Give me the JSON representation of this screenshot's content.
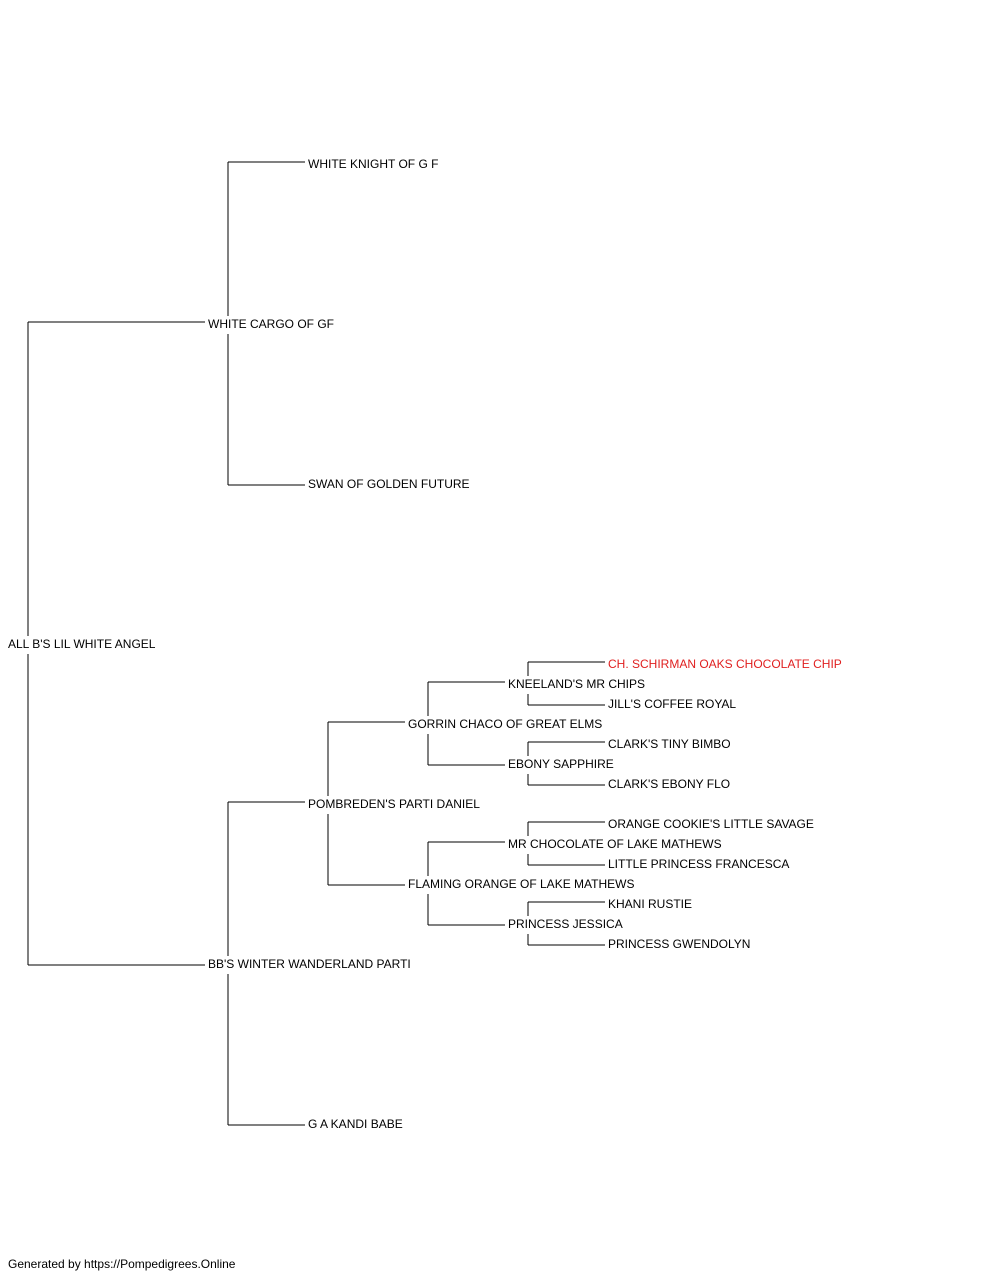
{
  "pedigree": {
    "subject": "ALL B'S LIL WHITE ANGEL",
    "sire": "WHITE CARGO OF GF",
    "sire_sire": "WHITE KNIGHT OF G F",
    "sire_dam": "SWAN OF GOLDEN FUTURE",
    "dam": "BB'S WINTER WANDERLAND PARTI",
    "dam_sire": "POMBREDEN'S PARTI DANIEL",
    "dam_dam": "G A KANDI BABE",
    "dsss": "GORRIN CHACO OF GREAT ELMS",
    "dsss_sire": "KNEELAND'S MR CHIPS",
    "dsss_sire_sire": "CH. SCHIRMAN OAKS CHOCOLATE CHIP",
    "dsss_sire_dam": "JILL'S COFFEE ROYAL",
    "dsss_dam": "EBONY SAPPHIRE",
    "dsss_dam_sire": "CLARK'S TINY BIMBO",
    "dsss_dam_dam": "CLARK'S EBONY FLO",
    "dsd": "FLAMING ORANGE OF LAKE MATHEWS",
    "dsd_sire": "MR CHOCOLATE OF LAKE MATHEWS",
    "dsd_sire_sire": "ORANGE COOKIE'S LITTLE SAVAGE",
    "dsd_sire_dam": "LITTLE PRINCESS FRANCESCA",
    "dsd_dam": "PRINCESS JESSICA",
    "dsd_dam_sire": "KHANI RUSTIE",
    "dsd_dam_dam": "PRINCESS GWENDOLYN"
  },
  "highlight_color": "#e02020",
  "footer": "Generated by https://Pompedigrees.Online"
}
